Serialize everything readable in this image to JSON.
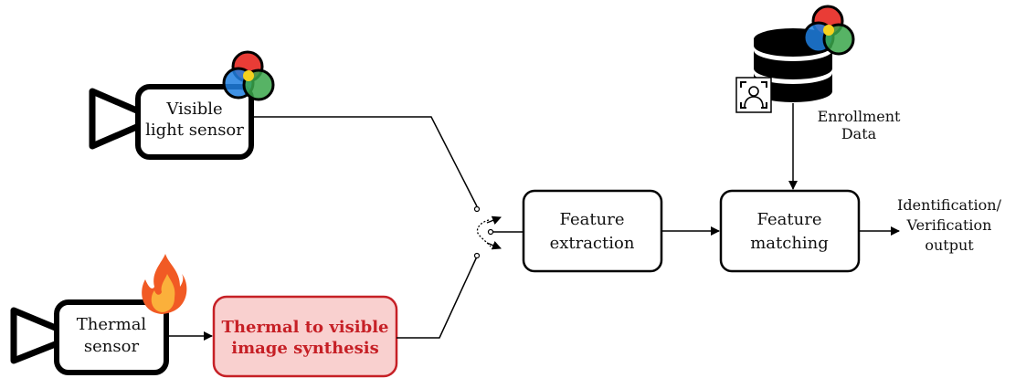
{
  "nodes": {
    "visible_sensor": {
      "line1": "Visible",
      "line2": "light sensor"
    },
    "thermal_sensor": {
      "line1": "Thermal",
      "line2": "sensor"
    },
    "synthesis": {
      "line1": "Thermal to visible",
      "line2": "image synthesis"
    },
    "feature_extraction": {
      "line1": "Feature",
      "line2": "extraction"
    },
    "feature_matching": {
      "line1": "Feature",
      "line2": "matching"
    },
    "enrollment": {
      "line1": "Enrollment",
      "line2": "Data"
    },
    "output": {
      "line1": "Identification/",
      "line2": "Verification",
      "line3": "output"
    }
  },
  "icons": {
    "visible_camera": "camera-icon",
    "rgb_circles": "rgb-circles-icon",
    "thermal_camera": "camera-icon",
    "flame": "flame-icon",
    "database": "database-icon",
    "face_id": "face-id-icon",
    "switch": "switch-icon"
  },
  "colors": {
    "synthesis_fill": "#f9d0cf",
    "synthesis_stroke": "#c62026",
    "rgb_red": "#e8322b",
    "rgb_green": "#3aa64a",
    "rgb_blue": "#1f7fe0",
    "flame_outer": "#f15a24",
    "flame_inner": "#fbb03b"
  }
}
